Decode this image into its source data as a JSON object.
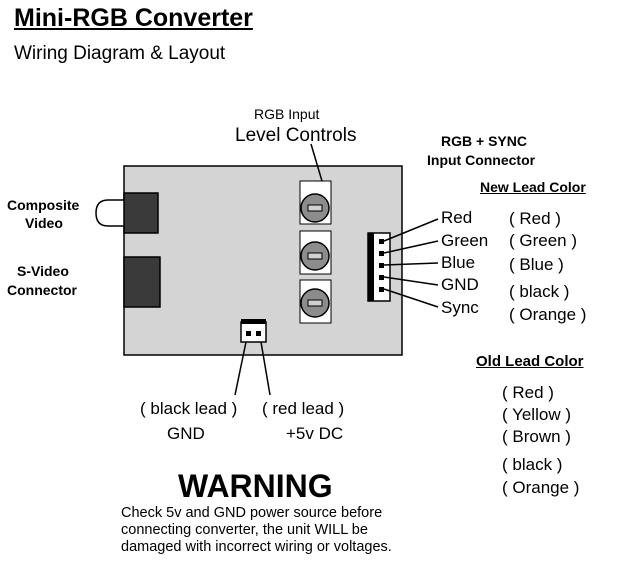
{
  "header": {
    "title": "Mini-RGB Converter",
    "subtitle": "Wiring Diagram & Layout"
  },
  "labels": {
    "rgb_input_line1": "RGB Input",
    "rgb_input_line2": "Level Controls",
    "rgb_sync_line1": "RGB + SYNC",
    "rgb_sync_line2": "Input Connector",
    "composite_line1": "Composite",
    "composite_line2": "Video",
    "svideo_line1": "S-Video",
    "svideo_line2": "Connector",
    "black_lead": "( black lead )",
    "red_lead": "( red lead )",
    "gnd": "GND",
    "plus5v": "+5v DC"
  },
  "connector_pins": [
    "Red",
    "Green",
    "Blue",
    "GND",
    "Sync"
  ],
  "new_lead": {
    "heading": "New Lead Color",
    "colors": [
      "( Red )",
      "( Green )",
      "( Blue )",
      "( black )",
      "( Orange )"
    ]
  },
  "old_lead": {
    "heading": "Old Lead Color",
    "colors": [
      "( Red )",
      "( Yellow )",
      "( Brown )",
      "( black )",
      "( Orange )"
    ]
  },
  "warning": {
    "title": "WARNING",
    "body": "Check 5v and GND power source before connecting converter, the unit WILL be damaged with incorrect wiring or voltages."
  },
  "colors": {
    "board": "#d4d4d4",
    "knob": "#8c8c8c",
    "connector": "#3a3a3a"
  }
}
